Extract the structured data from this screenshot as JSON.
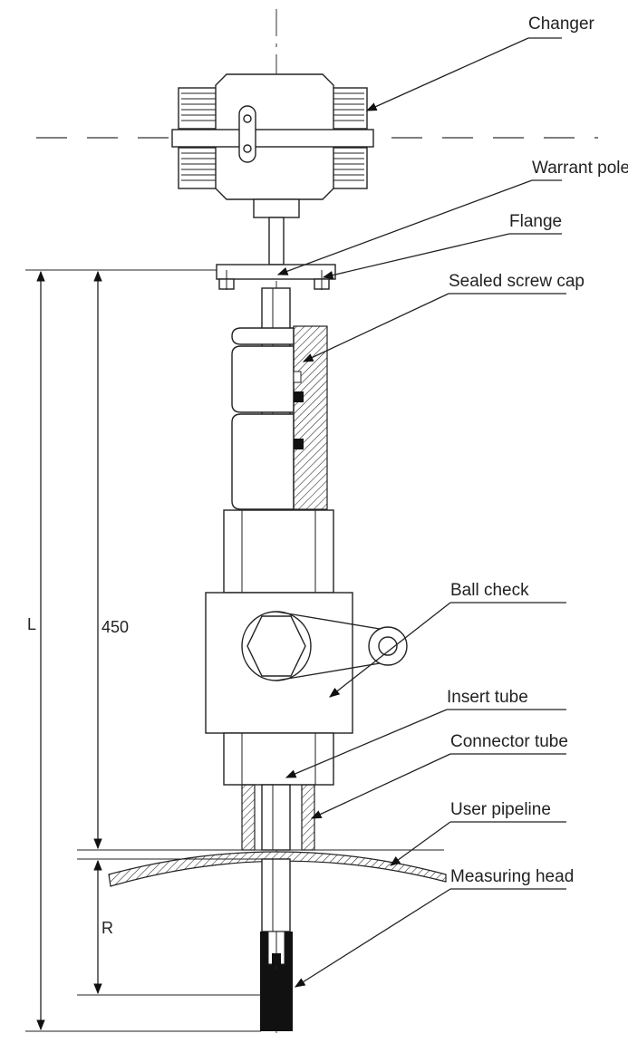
{
  "labels": {
    "changer": "Changer",
    "warrant_pole": "Warrant pole",
    "flange": "Flange",
    "sealed_screw_cap": "Sealed screw cap",
    "ball_check": "Ball check",
    "insert_tube": "Insert tube",
    "connector_tube": "Connector tube",
    "user_pipeline": "User pipeline",
    "measuring_head": "Measuring head"
  },
  "dimensions": {
    "length_450": "450",
    "length_L": "L",
    "radius_R": "R"
  }
}
